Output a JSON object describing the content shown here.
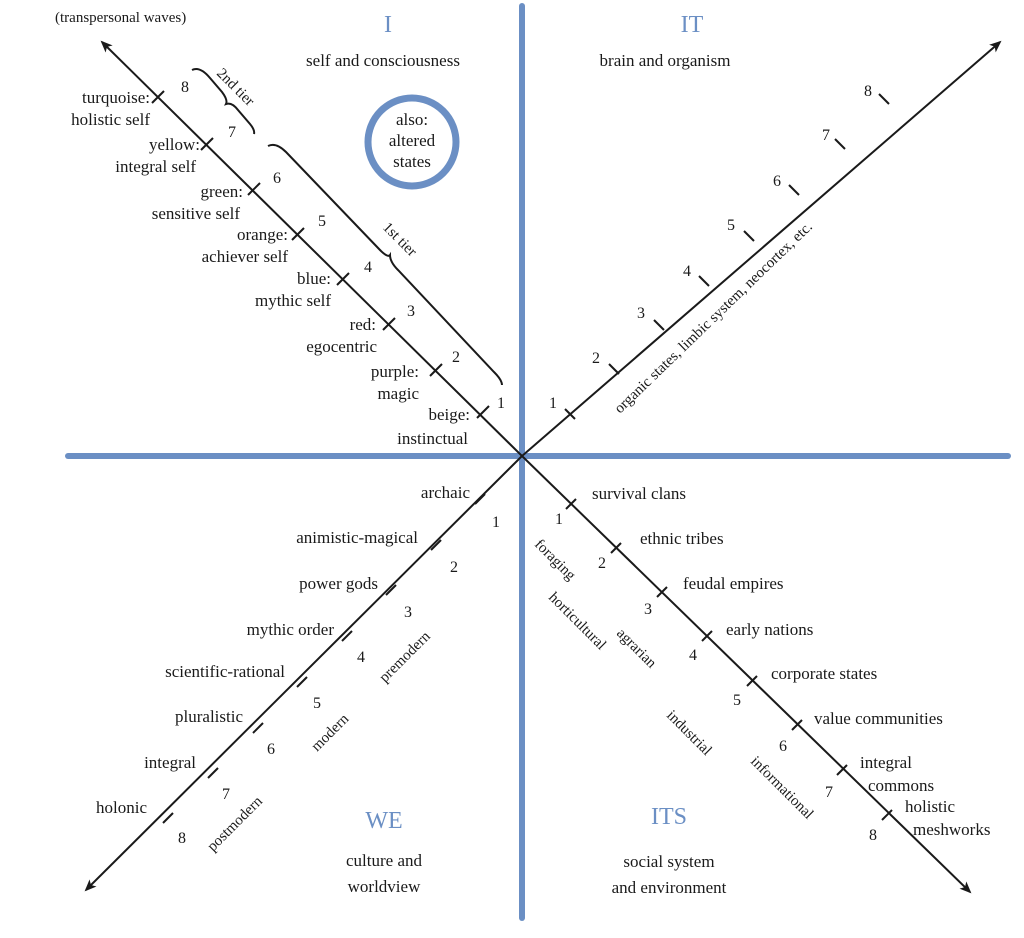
{
  "colors": {
    "quadrant_lines": "#6b8fc4",
    "ink": "#1a1a1a"
  },
  "top_note": "(transpersonal waves)",
  "quadrants": {
    "I": {
      "letter": "I",
      "subtitle": "self and consciousness",
      "circle_note": [
        "also:",
        "altered",
        "states"
      ],
      "tiers": {
        "second": "2nd tier",
        "first": "1st tier"
      },
      "levels": [
        {
          "num": "1",
          "color": "beige:",
          "name": "instinctual"
        },
        {
          "num": "2",
          "color": "purple:",
          "name": "magic"
        },
        {
          "num": "3",
          "color": "red:",
          "name": "egocentric"
        },
        {
          "num": "4",
          "color": "blue:",
          "name": "mythic self"
        },
        {
          "num": "5",
          "color": "orange:",
          "name": "achiever self"
        },
        {
          "num": "6",
          "color": "green:",
          "name": "sensitive self"
        },
        {
          "num": "7",
          "color": "yellow:",
          "name": "integral self"
        },
        {
          "num": "8",
          "color": "turquoise:",
          "name": "holistic self"
        }
      ]
    },
    "IT": {
      "letter": "IT",
      "subtitle": "brain and organism",
      "axis_label": "organic states, limbic system, neocortex, etc.",
      "levels": [
        "1",
        "2",
        "3",
        "4",
        "5",
        "6",
        "7",
        "8"
      ]
    },
    "WE": {
      "letter": "WE",
      "subtitle": [
        "culture and",
        "worldview"
      ],
      "levels": [
        {
          "num": "1",
          "name": "archaic"
        },
        {
          "num": "2",
          "name": "animistic-magical"
        },
        {
          "num": "3",
          "name": "power gods"
        },
        {
          "num": "4",
          "name": "mythic order"
        },
        {
          "num": "5",
          "name": "scientific-rational"
        },
        {
          "num": "6",
          "name": "pluralistic"
        },
        {
          "num": "7",
          "name": "integral"
        },
        {
          "num": "8",
          "name": "holonic"
        }
      ],
      "eras": [
        "premodern",
        "modern",
        "postmodern"
      ]
    },
    "ITS": {
      "letter": "ITS",
      "subtitle": [
        "social system",
        "and environment"
      ],
      "levels": [
        {
          "num": "1",
          "name": [
            "survival clans"
          ]
        },
        {
          "num": "2",
          "name": [
            "ethnic tribes"
          ]
        },
        {
          "num": "3",
          "name": [
            "feudal empires"
          ]
        },
        {
          "num": "4",
          "name": [
            "early nations"
          ]
        },
        {
          "num": "5",
          "name": [
            "corporate states"
          ]
        },
        {
          "num": "6",
          "name": [
            "value communities"
          ]
        },
        {
          "num": "7",
          "name": [
            "integral",
            "commons"
          ]
        },
        {
          "num": "8",
          "name": [
            "holistic",
            "meshworks"
          ]
        }
      ],
      "modes": [
        "foraging",
        "horticultural",
        "agrarian",
        "industrial",
        "informational"
      ]
    }
  }
}
